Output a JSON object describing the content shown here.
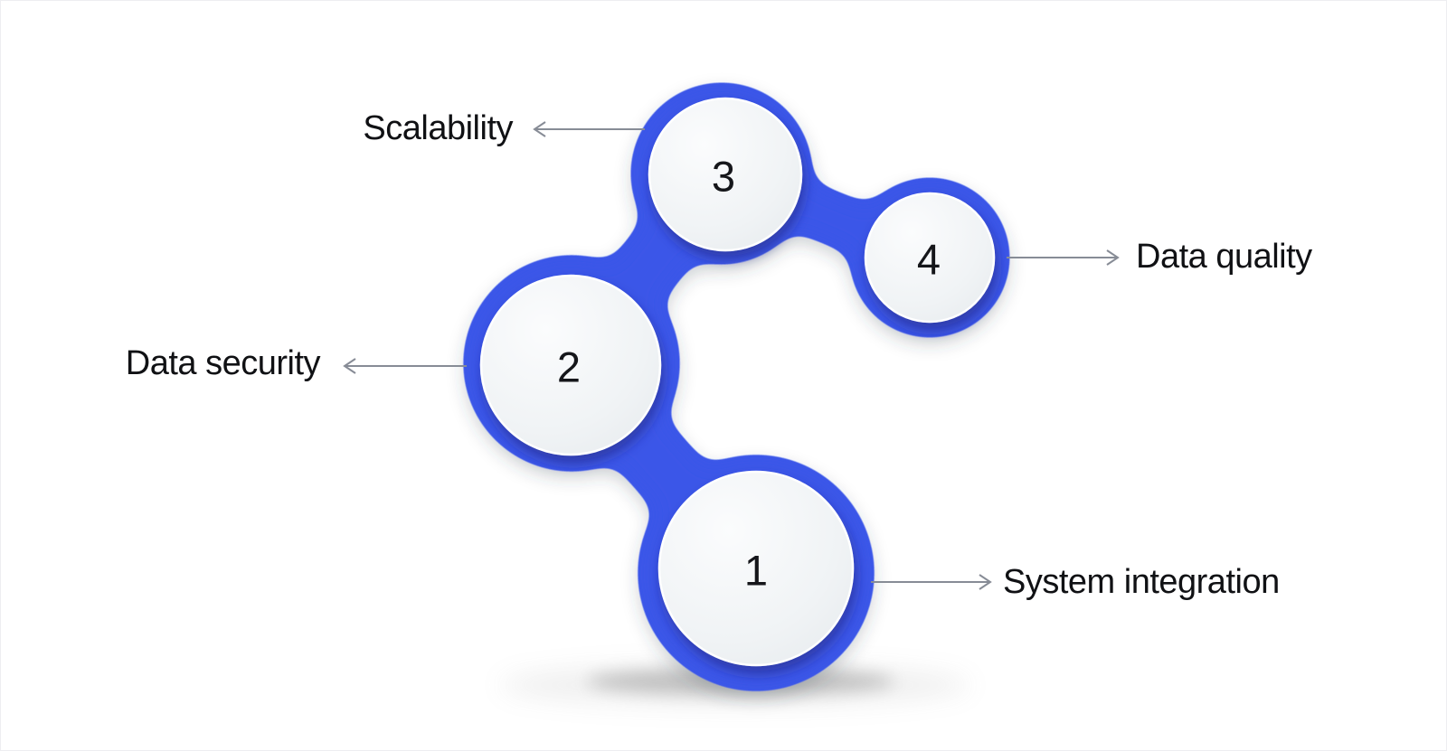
{
  "diagram": {
    "type": "process-blob-diagram",
    "nodes": [
      {
        "number": "1",
        "label": "System integration",
        "label_side": "right"
      },
      {
        "number": "2",
        "label": "Data security",
        "label_side": "left"
      },
      {
        "number": "3",
        "label": "Scalability",
        "label_side": "left"
      },
      {
        "number": "4",
        "label": "Data quality",
        "label_side": "right"
      }
    ],
    "colors": {
      "blob_blue": "#3A56E8",
      "disc_fill": "#EFF2F4",
      "disc_shadow": "#1B2470",
      "arrow_gray": "#878C96",
      "text_dark": "#101114"
    }
  }
}
